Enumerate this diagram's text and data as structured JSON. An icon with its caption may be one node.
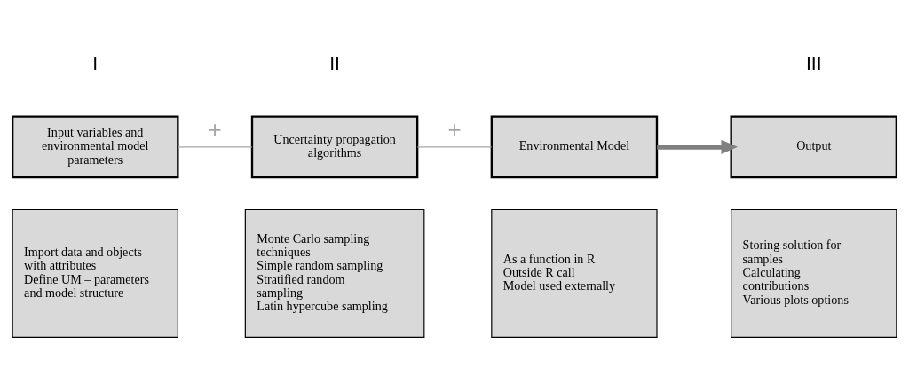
{
  "diagram": {
    "nodes": [
      {
        "text": [
          "Input variables and environmental model parameters"
        ]
      },
      {
        "text": [
          "Uncertainty propagation algorithms"
        ]
      },
      {
        "text": [
          "Environmental Model"
        ]
      },
      {
        "text": [
          "Output"
        ]
      },
      {
        "text": [
          "Import data and objects with attributes",
          "Define UM – parameters and model structure"
        ]
      },
      {
        "text": [
          "Monte Carlo sampling techniques",
          "Simple random sampling",
          "Stratified random sampling",
          "Latin hypercube sampling"
        ]
      },
      {
        "text": [
          "As a function in R",
          "Outside R call",
          "Model used externally"
        ]
      },
      {
        "text": [
          "Storing solution for samples",
          "Calculating contributions",
          "Various plots options"
        ]
      }
    ],
    "edges": [
      {
        "from": 0,
        "to": 1,
        "arrow": "none",
        "label": "+",
        "color": "#a6a6a6"
      },
      {
        "from": 1,
        "to": 2,
        "arrow": "none",
        "label": "+",
        "color": "#a6a6a6"
      },
      {
        "from": 2,
        "to": 3,
        "arrow": "to",
        "style": "thick",
        "color": "#808080"
      }
    ],
    "labels": [
      "I",
      "II",
      "III"
    ]
  }
}
